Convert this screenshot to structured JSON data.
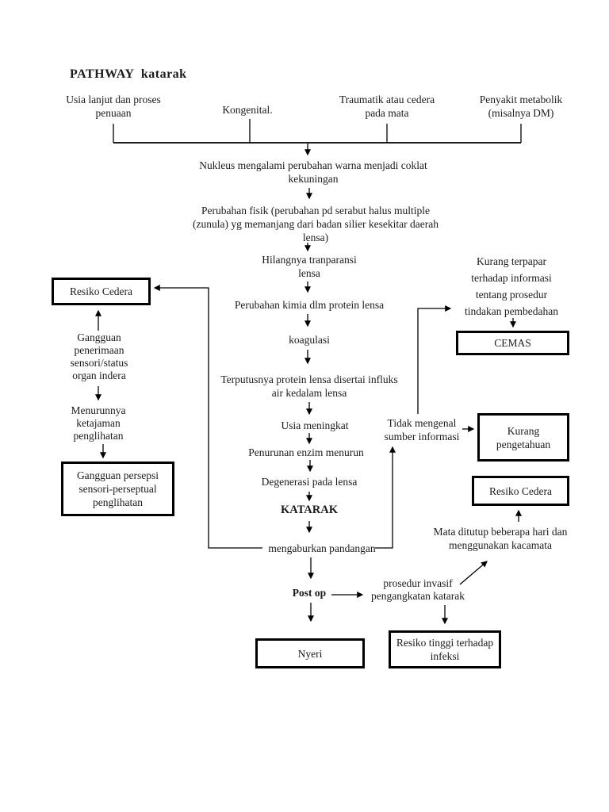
{
  "title": "PATHWAY  katarak",
  "causes": [
    {
      "lines": [
        "Usia lanjut dan proses",
        "penuaan"
      ]
    },
    {
      "lines": [
        "Kongenital."
      ]
    },
    {
      "lines": [
        "Traumatik atau cedera",
        "pada mata"
      ]
    },
    {
      "lines": [
        "Penyakit metabolik",
        "(misalnya DM)"
      ]
    }
  ],
  "main_chain": {
    "nukleus": [
      "Nukleus  mengalami perubahan warna menjadi coklat",
      "kekuningan"
    ],
    "perubahan_fisik": [
      "Perubahan fisik (perubahan pd serabut halus multiple",
      "(zunula) yg memanjang dari badan silier kesekitar daerah",
      "lensa)"
    ],
    "hilangnya": [
      "Hilangnya tranparansi",
      "lensa"
    ],
    "perubahan_kimia": [
      "Perubahan kimia dlm protein lensa"
    ],
    "koagulasi": [
      "koagulasi"
    ],
    "terputusnya": [
      "Terputusnya protein lensa disertai influks",
      "air kedalam lensa"
    ],
    "usia_meningkat": [
      "Usia meningkat"
    ],
    "penurunan_enzim": [
      "Penurunan enzim menurun"
    ],
    "degenerasi": [
      "Degenerasi pada lensa"
    ],
    "katarak": [
      "KATARAK"
    ],
    "mengaburkan": [
      "mengaburkan pandangan"
    ],
    "post_op": [
      "Post op"
    ]
  },
  "left_branch": {
    "resiko_cedera_box": [
      "Resiko Cedera"
    ],
    "gangguan_penerimaan": [
      "Gangguan",
      "penerimaan",
      "sensori/status",
      "organ indera"
    ],
    "menurunnya": [
      "Menurunnya",
      "ketajaman",
      "penglihatan"
    ],
    "gangguan_persepsi_box": [
      "Gangguan persepsi",
      "sensori-perseptual",
      "penglihatan"
    ]
  },
  "right_branch": {
    "kurang_terpapar": [
      "Kurang terpapar",
      "terhadap informasi",
      "tentang prosedur",
      "tindakan pembedahan"
    ],
    "cemas_box": [
      "CEMAS"
    ],
    "tidak_mengenal": [
      "Tidak mengenal",
      "sumber informasi"
    ],
    "kurang_pengetahuan_box": [
      "Kurang",
      "pengetahuan"
    ],
    "resiko_cedera_box": [
      "Resiko Cedera"
    ],
    "mata_ditutup": [
      "Mata ditutup beberapa hari dan",
      "menggunakan kacamata"
    ],
    "prosedur_invasif": [
      "prosedur invasif",
      "pengangkatan katarak"
    ]
  },
  "bottom": {
    "nyeri_box": [
      "Nyeri"
    ],
    "resiko_tinggi_box": [
      "Resiko tinggi terhadap",
      "infeksi"
    ]
  },
  "colors": {
    "line": "#000000",
    "text": "#1b1b1b",
    "background": "#ffffff"
  }
}
